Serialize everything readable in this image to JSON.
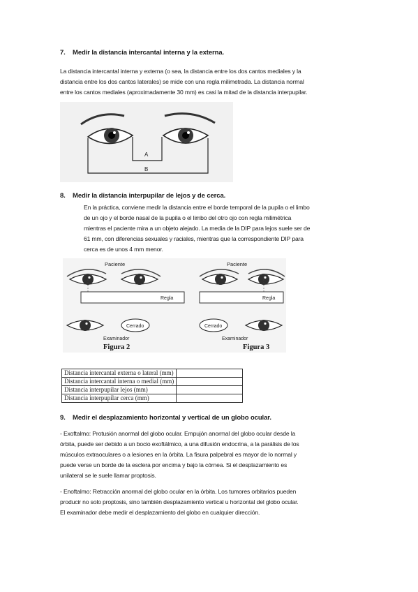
{
  "section7": {
    "number": "7.",
    "title": "Medir la distancia intercantal interna y la externa.",
    "paragraph_lines": [
      "La distancia intercantal interna y externa (o sea, la distancia entre los dos cantos mediales y la",
      "distancia entre los dos cantos laterales) se mide con una regla milimetrada. La distancia normal",
      "entre los cantos mediales (aproximadamente 30 mm) es casi la mitad de la distancia interpupilar."
    ],
    "figure_labels": {
      "a": "A",
      "b": "B"
    }
  },
  "section8": {
    "number": "8.",
    "title": "Medir la distancia interpupilar de lejos y de cerca.",
    "paragraph_lines": [
      "En la práctica, conviene medir la distancia entre el borde temporal de la pupila o el limbo",
      "de un ojo y el borde nasal de la pupila o el limbo del otro ojo con regla milimétrica",
      "mientras el paciente mira a un objeto alejado. La media de la DIP para lejos suele ser de",
      "61 mm, con diferencias sexuales y raciales, mientras que la correspondiente DIP para",
      "cerca es de unos 4 mm menor."
    ],
    "figure2": {
      "paciente": "Paciente",
      "regla": "Regla",
      "cerrado": "Cerrado",
      "examinador": "Examinador",
      "caption": "Figura 2"
    },
    "figure3": {
      "paciente": "Paciente",
      "regla": "Regla",
      "cerrado": "Cerrado",
      "examinador": "Examinador",
      "caption": "Figura 3"
    }
  },
  "table": {
    "rows": [
      "Distancia intercantal externa o lateral (mm)",
      "Distancia intercantal interna o medial (mm)",
      "Distancia interpupilar lejos (mm)",
      "Distancia interpupilar cerca (mm)"
    ]
  },
  "section9": {
    "number": "9.",
    "title": "Medir el desplazamiento horizontal y vertical de un globo ocular.",
    "exoftalmo_lines": [
      "- Exoftalmo: Protusión anormal del globo ocular. Empujón anormal del globo ocular desde la",
      "órbita, puede ser debido a un bocio exoftálmico, a una difusión endocrina, a la parálisis de los",
      "músculos extraoculares o a lesiones en la órbita. La fisura palpebral es mayor de lo normal y",
      "puede verse un borde de la esclera por encima y bajo la córnea. Si el desplazamiento es",
      "unilateral se le suele llamar proptosis."
    ],
    "enoftalmo_lines": [
      "- Enoftalmo: Retracción anormal del globo ocular en la órbita. Los tumores orbitarios pueden",
      "producir no solo proptosis, sino también desplazamiento vertical u horizontal del globo ocular.",
      "El examinador debe medir el desplazamiento del globo en cualquier dirección."
    ]
  }
}
